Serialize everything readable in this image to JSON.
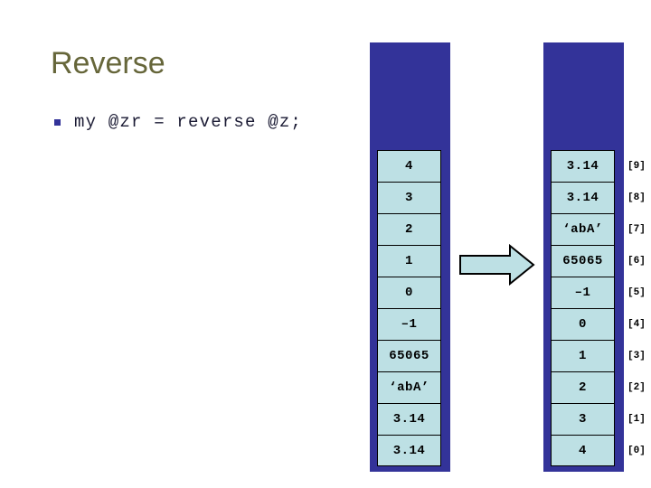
{
  "slide": {
    "title": "Reverse",
    "bullet": {
      "marker": "square-bullet",
      "code": "my @zr = reverse @z;"
    }
  },
  "diagram": {
    "arrow": {
      "name": "right-block-arrow",
      "direction": "right"
    },
    "source_array": {
      "name": "@z",
      "cells": [
        "4",
        "3",
        "2",
        "1",
        "0",
        "–1",
        "65065",
        "‘abA’",
        "3.14",
        "3.14"
      ]
    },
    "result_array": {
      "name": "@zr",
      "cells": [
        "3.14",
        "3.14",
        "‘abA’",
        "65065",
        "–1",
        "0",
        "1",
        "2",
        "3",
        "4"
      ]
    },
    "index_labels": [
      "[9]",
      "[8]",
      "[7]",
      "[6]",
      "[5]",
      "[4]",
      "[3]",
      "[2]",
      "[1]",
      "[0]"
    ]
  },
  "colors": {
    "title": "#66663a",
    "column_blue": "#333399",
    "cell_fill": "#bde0e4",
    "cell_border": "#000000",
    "bullet": "#333399",
    "background": "#ffffff"
  }
}
